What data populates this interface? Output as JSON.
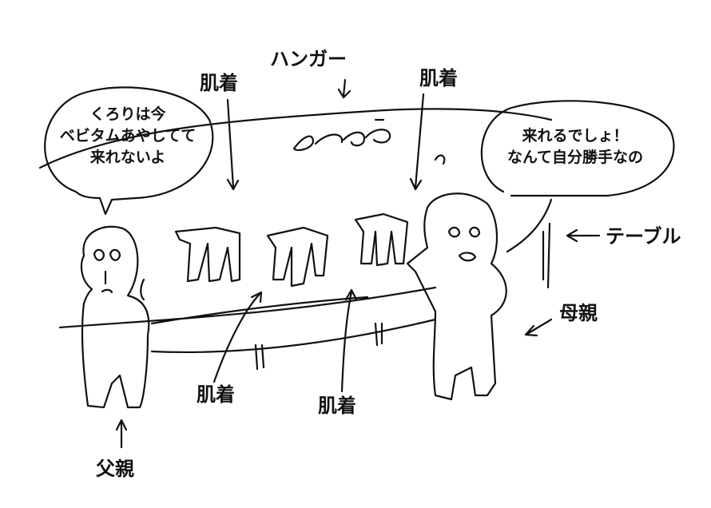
{
  "labels": {
    "hanger": "ハンガー",
    "underwear_top_left": "肌着",
    "underwear_top_right": "肌着",
    "underwear_bottom_left": "肌着",
    "underwear_bottom_right": "肌着",
    "table": "テーブル",
    "mother": "母親",
    "father": "父親"
  },
  "bubbles": {
    "father": [
      "くろりは今",
      "ベビタムあやしてて",
      "来れないよ"
    ],
    "mother": [
      "来れるでしょ！",
      "なんて自分勝手なの"
    ]
  }
}
